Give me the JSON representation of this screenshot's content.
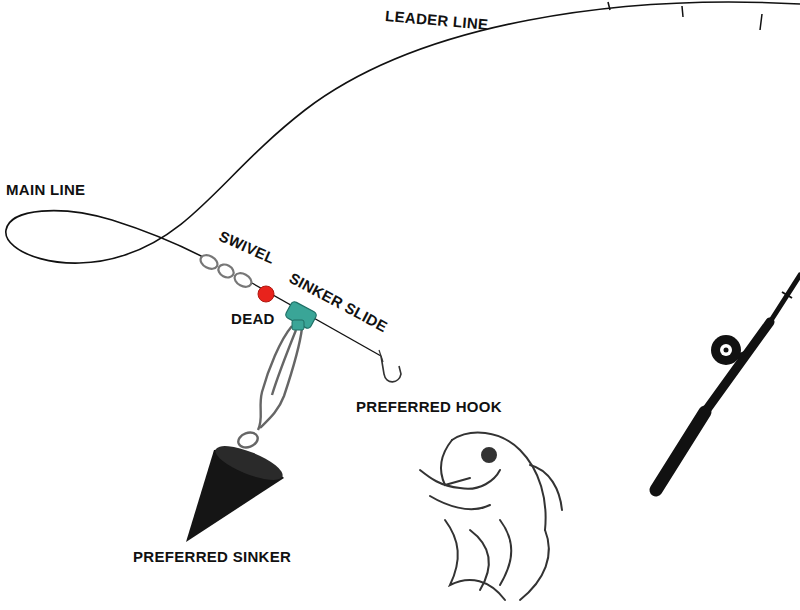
{
  "diagram": {
    "labels": [
      "LEADER LINE",
      "MAIN LINE",
      "SWIVEL",
      "SINKER SLIDE",
      "DEAD",
      "PREFERRED HOOK",
      "PREFERRED SINKER"
    ]
  }
}
